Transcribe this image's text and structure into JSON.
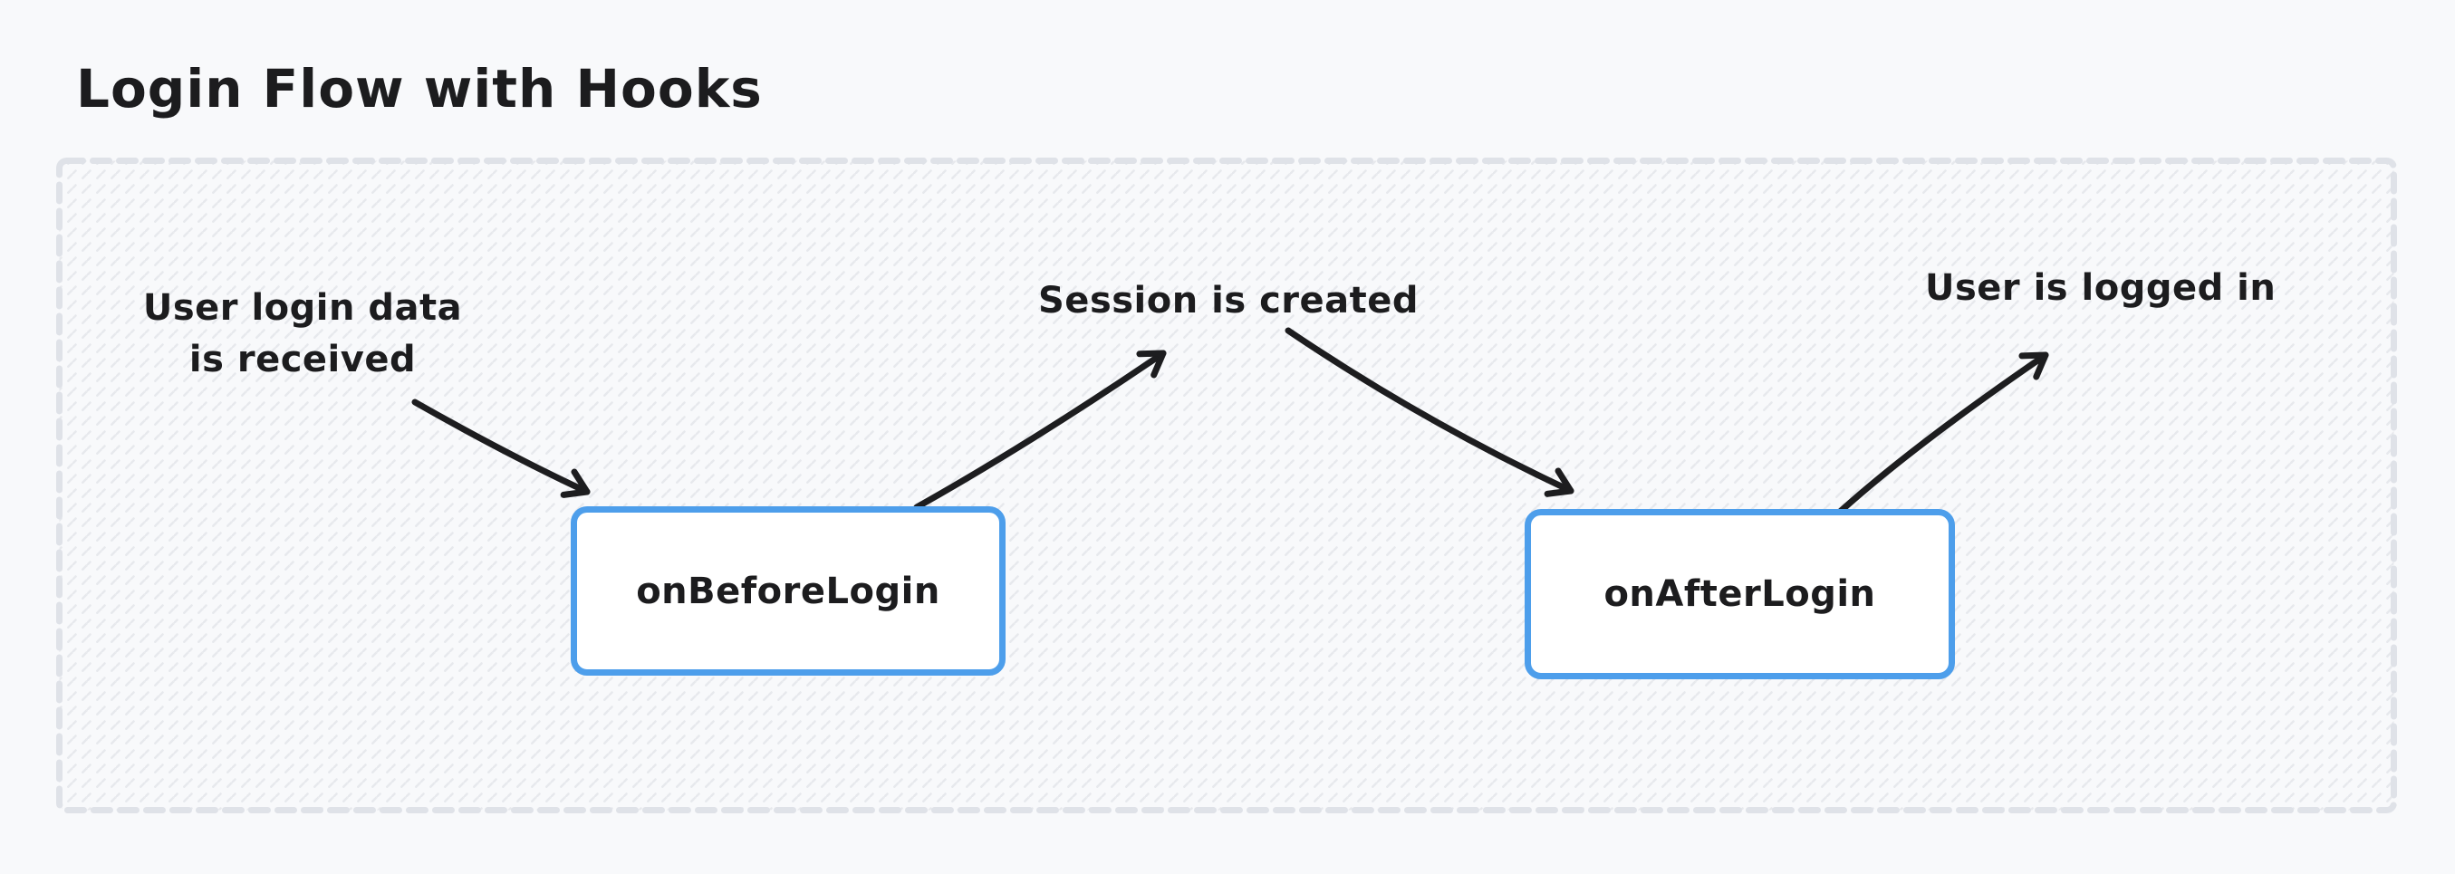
{
  "diagram": {
    "title": "Login Flow with Hooks",
    "nodes": [
      {
        "id": "on-before-login",
        "label": "onBeforeLogin"
      },
      {
        "id": "on-after-login",
        "label": "onAfterLogin"
      }
    ],
    "annotations": [
      {
        "id": "user-login-data",
        "lines": [
          "User login data",
          "is received"
        ]
      },
      {
        "id": "session-created",
        "lines": [
          "Session is created"
        ]
      },
      {
        "id": "user-logged-in",
        "lines": [
          "User is logged in"
        ]
      }
    ],
    "edges": [
      {
        "from": "user-login-data",
        "to": "on-before-login"
      },
      {
        "from": "on-before-login",
        "to": "session-created"
      },
      {
        "from": "session-created",
        "to": "on-after-login"
      },
      {
        "from": "on-after-login",
        "to": "user-logged-in"
      }
    ]
  },
  "colors": {
    "background": "#f8f9fb",
    "hatch": "#e7e9ed",
    "frame_border": "#dfe2e8",
    "node_border": "#4d9eeb",
    "node_fill": "#ffffff",
    "ink": "#1c1c1e",
    "arrow_ink": "#1d1d1f"
  }
}
